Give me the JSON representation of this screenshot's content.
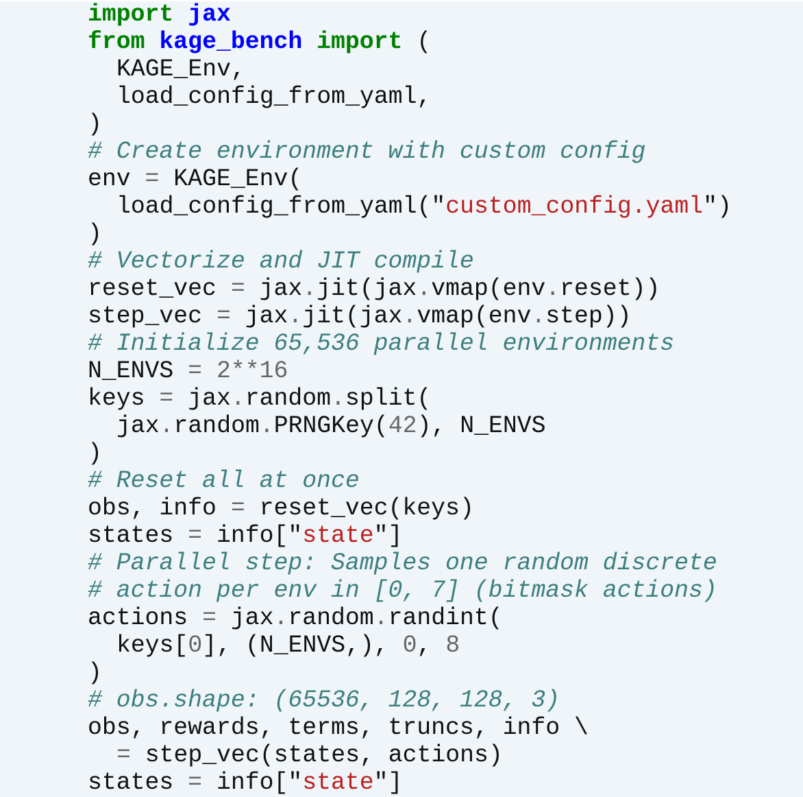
{
  "code": {
    "language": "python",
    "colors": {
      "background": "#f0f5f9",
      "keyword": "#008000",
      "namespace": "#0000ff",
      "comment": "#3d7f7f",
      "string": "#ba2121",
      "operator": "#666666",
      "text": "#111111"
    },
    "lines": [
      {
        "indent": 0,
        "tokens": [
          {
            "t": "kw",
            "v": "import"
          },
          {
            "t": "p",
            "v": " "
          },
          {
            "t": "nn",
            "v": "jax"
          }
        ]
      },
      {
        "indent": 0,
        "tokens": [
          {
            "t": "kw",
            "v": "from"
          },
          {
            "t": "p",
            "v": " "
          },
          {
            "t": "nn",
            "v": "kage_bench"
          },
          {
            "t": "p",
            "v": " "
          },
          {
            "t": "kw",
            "v": "import"
          },
          {
            "t": "p",
            "v": " ("
          }
        ]
      },
      {
        "indent": 1,
        "tokens": [
          {
            "t": "p",
            "v": "KAGE_Env,"
          }
        ]
      },
      {
        "indent": 1,
        "tokens": [
          {
            "t": "p",
            "v": "load_config_from_yaml,"
          }
        ]
      },
      {
        "indent": 0,
        "tokens": [
          {
            "t": "p",
            "v": ")"
          }
        ]
      },
      {
        "indent": 0,
        "tokens": [
          {
            "t": "c",
            "v": "# Create environment with custom config"
          }
        ]
      },
      {
        "indent": 0,
        "tokens": [
          {
            "t": "p",
            "v": "env "
          },
          {
            "t": "o",
            "v": "="
          },
          {
            "t": "p",
            "v": " KAGE_Env("
          }
        ]
      },
      {
        "indent": 1,
        "tokens": [
          {
            "t": "p",
            "v": "load_config_from_yaml(\""
          },
          {
            "t": "s",
            "v": "custom_config.yaml"
          },
          {
            "t": "p",
            "v": "\")"
          }
        ]
      },
      {
        "indent": 0,
        "tokens": [
          {
            "t": "p",
            "v": ")"
          }
        ]
      },
      {
        "indent": 0,
        "tokens": [
          {
            "t": "c",
            "v": "# Vectorize and JIT compile"
          }
        ]
      },
      {
        "indent": 0,
        "tokens": [
          {
            "t": "p",
            "v": "reset_vec "
          },
          {
            "t": "o",
            "v": "="
          },
          {
            "t": "p",
            "v": " jax"
          },
          {
            "t": "o",
            "v": "."
          },
          {
            "t": "p",
            "v": "jit(jax"
          },
          {
            "t": "o",
            "v": "."
          },
          {
            "t": "p",
            "v": "vmap(env"
          },
          {
            "t": "o",
            "v": "."
          },
          {
            "t": "p",
            "v": "reset))"
          }
        ]
      },
      {
        "indent": 0,
        "tokens": [
          {
            "t": "p",
            "v": "step_vec "
          },
          {
            "t": "o",
            "v": "="
          },
          {
            "t": "p",
            "v": " jax"
          },
          {
            "t": "o",
            "v": "."
          },
          {
            "t": "p",
            "v": "jit(jax"
          },
          {
            "t": "o",
            "v": "."
          },
          {
            "t": "p",
            "v": "vmap(env"
          },
          {
            "t": "o",
            "v": "."
          },
          {
            "t": "p",
            "v": "step))"
          }
        ]
      },
      {
        "indent": 0,
        "tokens": [
          {
            "t": "c",
            "v": "# Initialize 65,536 parallel environments"
          }
        ]
      },
      {
        "indent": 0,
        "tokens": [
          {
            "t": "p",
            "v": "N_ENVS "
          },
          {
            "t": "o",
            "v": "="
          },
          {
            "t": "p",
            "v": " "
          },
          {
            "t": "m",
            "v": "2"
          },
          {
            "t": "o",
            "v": "**"
          },
          {
            "t": "m",
            "v": "16"
          }
        ]
      },
      {
        "indent": 0,
        "tokens": [
          {
            "t": "p",
            "v": "keys "
          },
          {
            "t": "o",
            "v": "="
          },
          {
            "t": "p",
            "v": " jax"
          },
          {
            "t": "o",
            "v": "."
          },
          {
            "t": "p",
            "v": "random"
          },
          {
            "t": "o",
            "v": "."
          },
          {
            "t": "p",
            "v": "split("
          }
        ]
      },
      {
        "indent": 1,
        "tokens": [
          {
            "t": "p",
            "v": "jax"
          },
          {
            "t": "o",
            "v": "."
          },
          {
            "t": "p",
            "v": "random"
          },
          {
            "t": "o",
            "v": "."
          },
          {
            "t": "p",
            "v": "PRNGKey("
          },
          {
            "t": "m",
            "v": "42"
          },
          {
            "t": "p",
            "v": "), N_ENVS"
          }
        ]
      },
      {
        "indent": 0,
        "tokens": [
          {
            "t": "p",
            "v": ")"
          }
        ]
      },
      {
        "indent": 0,
        "tokens": [
          {
            "t": "c",
            "v": "# Reset all at once"
          }
        ]
      },
      {
        "indent": 0,
        "tokens": [
          {
            "t": "p",
            "v": "obs, info "
          },
          {
            "t": "o",
            "v": "="
          },
          {
            "t": "p",
            "v": " reset_vec(keys)"
          }
        ]
      },
      {
        "indent": 0,
        "tokens": [
          {
            "t": "p",
            "v": "states "
          },
          {
            "t": "o",
            "v": "="
          },
          {
            "t": "p",
            "v": " info[\""
          },
          {
            "t": "s",
            "v": "state"
          },
          {
            "t": "p",
            "v": "\"]"
          }
        ]
      },
      {
        "indent": 0,
        "tokens": [
          {
            "t": "c",
            "v": "# Parallel step: Samples one random discrete"
          }
        ]
      },
      {
        "indent": 0,
        "tokens": [
          {
            "t": "c",
            "v": "# action per env in [0, 7] (bitmask actions)"
          }
        ]
      },
      {
        "indent": 0,
        "tokens": [
          {
            "t": "p",
            "v": "actions "
          },
          {
            "t": "o",
            "v": "="
          },
          {
            "t": "p",
            "v": " jax"
          },
          {
            "t": "o",
            "v": "."
          },
          {
            "t": "p",
            "v": "random"
          },
          {
            "t": "o",
            "v": "."
          },
          {
            "t": "p",
            "v": "randint("
          }
        ]
      },
      {
        "indent": 1,
        "tokens": [
          {
            "t": "p",
            "v": "keys["
          },
          {
            "t": "m",
            "v": "0"
          },
          {
            "t": "p",
            "v": "], (N_ENVS,), "
          },
          {
            "t": "m",
            "v": "0"
          },
          {
            "t": "p",
            "v": ", "
          },
          {
            "t": "m",
            "v": "8"
          }
        ]
      },
      {
        "indent": 0,
        "tokens": [
          {
            "t": "p",
            "v": ")"
          }
        ]
      },
      {
        "indent": 0,
        "tokens": [
          {
            "t": "c",
            "v": "# obs.shape: (65536, 128, 128, 3)"
          }
        ]
      },
      {
        "indent": 0,
        "tokens": [
          {
            "t": "p",
            "v": "obs, rewards, terms, truncs, info \\"
          }
        ]
      },
      {
        "indent": 1,
        "tokens": [
          {
            "t": "o",
            "v": "="
          },
          {
            "t": "p",
            "v": " step_vec(states, actions)"
          }
        ]
      },
      {
        "indent": 0,
        "tokens": [
          {
            "t": "p",
            "v": "states "
          },
          {
            "t": "o",
            "v": "="
          },
          {
            "t": "p",
            "v": " info[\""
          },
          {
            "t": "s",
            "v": "state"
          },
          {
            "t": "p",
            "v": "\"]"
          }
        ]
      }
    ]
  }
}
